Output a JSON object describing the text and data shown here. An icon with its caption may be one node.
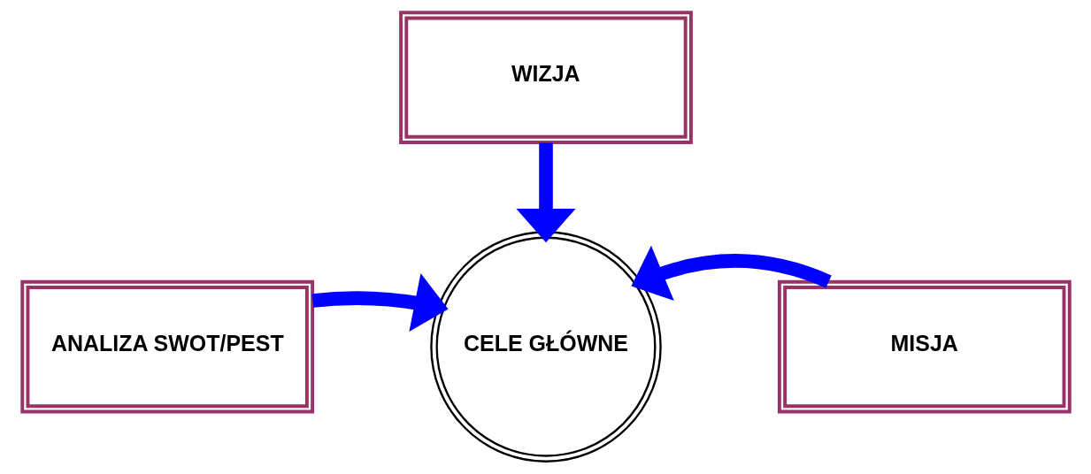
{
  "diagram": {
    "nodes": [
      {
        "text": [
          "WIZJA"
        ]
      },
      {
        "text": [
          "ANALIZA SWOT/PEST"
        ]
      },
      {
        "text": [
          "CELE GŁÓWNE"
        ]
      },
      {
        "text": [
          "MISJA"
        ]
      }
    ],
    "edges": [
      {
        "from": 0,
        "to": 2,
        "arrow": "to"
      },
      {
        "from": 1,
        "to": 2,
        "arrow": "to"
      },
      {
        "from": 3,
        "to": 2,
        "arrow": "to"
      }
    ]
  }
}
